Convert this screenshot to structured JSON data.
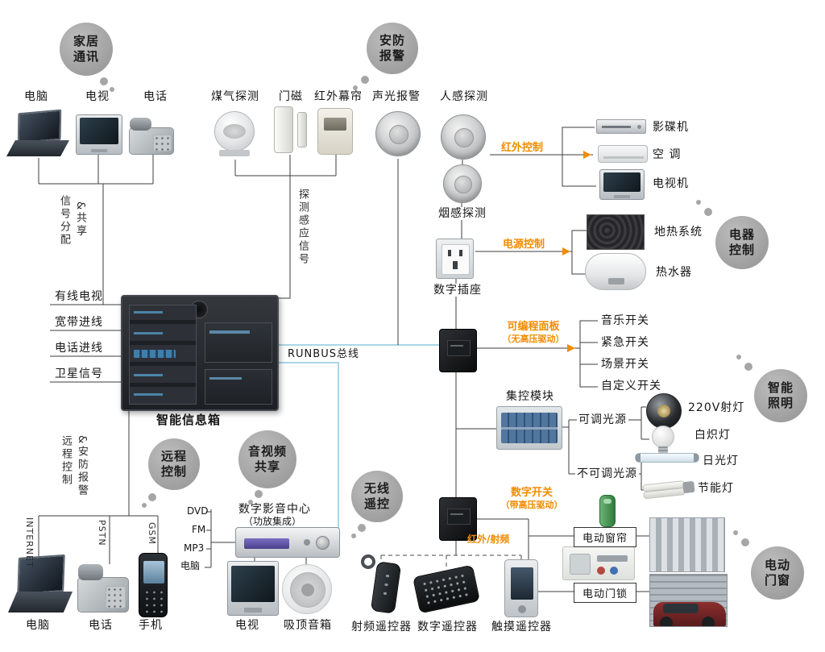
{
  "bubbles": {
    "home_comm": "家居\n通讯",
    "security_alarm": "安防\n报警",
    "appliance_ctrl": "电器\n控制",
    "smart_lighting": "智能\n照明",
    "remote_ctrl": "远程\n控制",
    "av_share": "音视频\n共享",
    "wireless_remote": "无线\n遥控",
    "electric_door_window": "电动\n门窗"
  },
  "devices": {
    "computer_top": "电脑",
    "tv_top": "电视",
    "phone_top": "电话",
    "gas_detector": "煤气探测",
    "door_magnet": "门磁",
    "ir_curtain": "红外幕帘",
    "sound_light_alarm": "声光报警",
    "human_sensor": "人感探测",
    "smoke_sensor": "烟感探测",
    "digital_socket": "数字插座",
    "dvd_player": "影碟机",
    "air_conditioner": "空 调",
    "tv_set": "电视机",
    "floor_heating": "地热系统",
    "water_heater": "热水器"
  },
  "orange_labels": {
    "ir_control": "红外控制",
    "power_control": "电源控制",
    "programmable_panel": "可编程面板",
    "programmable_panel_sub": "（无高压驱动）",
    "digital_switch": "数字开关",
    "digital_switch_sub": "（带高压驱动）",
    "ir_rf": "红外/射频"
  },
  "info_box": {
    "title": "智能信息箱",
    "bus": "RUNBUS总线",
    "inputs": [
      "有线电视",
      "宽带进线",
      "电话进线",
      "卫星信号"
    ],
    "signal_dist": "信号分配",
    "signal_share": "&共享",
    "sensor_signal": "探测感应信号",
    "remote_ctrl_v": "远程控制",
    "security_v": "&安防报警"
  },
  "lighting": {
    "central_module": "集控模块",
    "dimmable": "可调光源",
    "non_dimmable": "不可调光源",
    "spot_220v": "220V射灯",
    "incandescent": "白炽灯",
    "fluorescent": "日光灯",
    "energy_saving": "节能灯"
  },
  "switches": [
    "音乐开关",
    "紧急开关",
    "场景开关",
    "自定义开关"
  ],
  "bottom": {
    "internet": "INTERNET",
    "pstn": "PSTN",
    "gsm": "GSM",
    "computer": "电脑",
    "phone": "电话",
    "mobile": "手机",
    "dvd": "DVD",
    "fm": "FM",
    "mp3": "MP3",
    "pc": "电脑",
    "av_center": "数字影音中心",
    "av_center_sub": "（功放集成）",
    "tv": "电视",
    "ceiling_speaker": "吸顶音箱",
    "rf_remote": "射频遥控器",
    "digital_remote": "数字遥控器",
    "touch_remote": "触摸遥控器",
    "electric_curtain": "电动窗帘",
    "electric_lock": "电动门锁"
  }
}
